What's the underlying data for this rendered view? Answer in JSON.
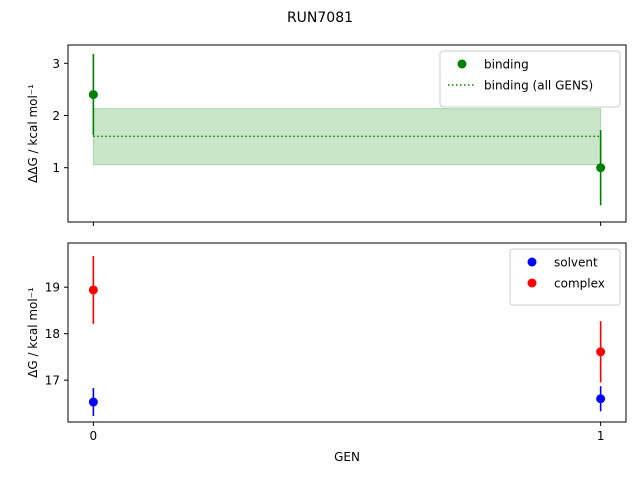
{
  "figure_title": "RUN7081",
  "chart_data": [
    {
      "type": "scatter",
      "panel": "top",
      "ylabel": "ΔΔG / kcal mol⁻¹",
      "xlim": [
        -0.05,
        1.05
      ],
      "ylim": [
        -0.04,
        3.35
      ],
      "x_ticks": [
        0,
        1
      ],
      "y_ticks": [
        1,
        2,
        3
      ],
      "x_tick_labels_shown": false,
      "legend_position": "top-right",
      "series": [
        {
          "name": "binding",
          "style": "markers-with-errorbars",
          "color": "#008000",
          "x": [
            0,
            1
          ],
          "y": [
            2.4,
            1.0
          ],
          "yerr": [
            0.78,
            0.72
          ]
        },
        {
          "name": "binding (all GENS)",
          "style": "dotted-line-with-band",
          "color": "#008000",
          "band_color": "#c9e6c9",
          "x": [
            0,
            1
          ],
          "y": 1.6,
          "band": [
            1.06,
            2.13
          ]
        }
      ]
    },
    {
      "type": "scatter",
      "panel": "bottom",
      "xlabel": "GEN",
      "ylabel": "ΔG / kcal mol⁻¹",
      "xlim": [
        -0.05,
        1.05
      ],
      "ylim": [
        16.1,
        19.95
      ],
      "x_ticks": [
        0,
        1
      ],
      "x_tick_labels": [
        "0",
        "1"
      ],
      "y_ticks": [
        17,
        18,
        19
      ],
      "legend_position": "top-right",
      "series": [
        {
          "name": "solvent",
          "color": "#0000ff",
          "x": [
            0,
            1
          ],
          "y": [
            16.53,
            16.6
          ],
          "yerr": [
            0.3,
            0.27
          ]
        },
        {
          "name": "complex",
          "color": "#ff0000",
          "x": [
            0,
            1
          ],
          "y": [
            18.94,
            17.61
          ],
          "yerr": [
            0.73,
            0.66
          ]
        }
      ]
    }
  ]
}
